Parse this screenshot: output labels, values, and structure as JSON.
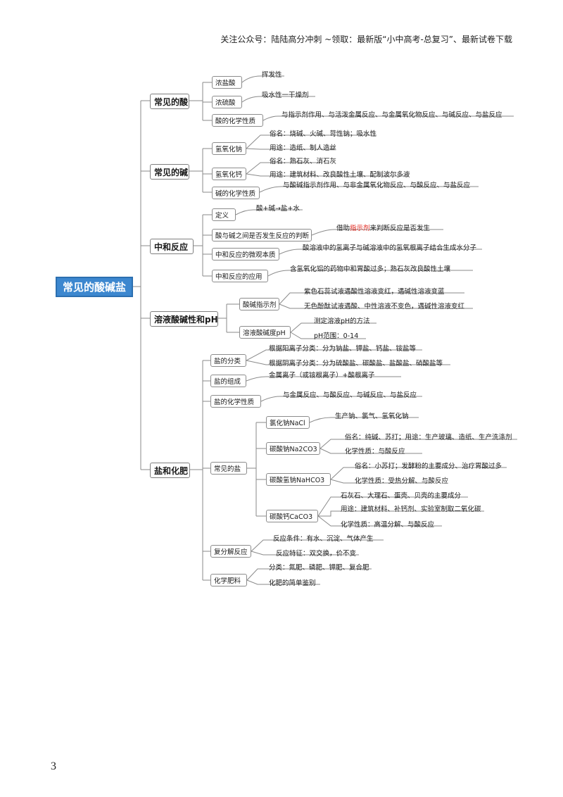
{
  "header": "关注公众号：陆陆高分冲刺   ~领取：最新版“小中高考-总复习”、最新试卷下载",
  "page_number": "3",
  "root": "常见的酸碱盐",
  "acids": {
    "title": "常见的酸",
    "hcl": "浓盐酸",
    "hcl_prop": "挥发性",
    "h2so4": "浓硫酸",
    "h2so4_prop": "吸水性一干燥剂",
    "chem": "酸的化学性质",
    "chem_prop": "与指示剂作用、与活泼金属反应、与金属氧化物反应、与碱反应、与盐反应"
  },
  "bases": {
    "title": "常见的碱",
    "naoh": "氢氧化钠",
    "naoh_name": "俗名：烧碱、火碱、苛性钠；吸水性",
    "naoh_use": "用途：造纸、制人造丝",
    "caoh": "氢氧化钙",
    "caoh_name": "俗名：熟石灰、消石灰",
    "caoh_use": "用途：建筑材料、改良酸性土壤、配制波尔多液",
    "chem": "碱的化学性质",
    "chem_prop": "与酸碱指示剂作用、与非金属氧化物反应、与酸反应、与盐反应"
  },
  "neutral": {
    "title": "中和反应",
    "def": "定义",
    "def_text": "酸+碱→盐+水",
    "judge": "酸与碱之间是否发生反应的判断",
    "judge_pre": "借助",
    "judge_red": "指示剂",
    "judge_post": "来判断反应是否发生",
    "micro": "中和反应的微观本质",
    "micro_text": "酸溶液中的氢离子与碱溶液中的氢氧根离子结合生成水分子",
    "app": "中和反应的应用",
    "app_text": "含氢氧化铝的药物中和胃酸过多；熟石灰改良酸性土壤"
  },
  "ph": {
    "title": "溶液酸碱性和pH",
    "indicator": "酸碱指示剂",
    "ind1": "紫色石蕊试液遇酸性溶液变红，遇碱性溶液变蓝",
    "ind2": "无色酚酞试液遇酸、中性溶液不变色，遇碱性溶液变红",
    "phnode": "溶液酸碱度pH",
    "ph1": "测定溶液pH的方法",
    "ph2": "pH范围：0-14"
  },
  "salts": {
    "title": "盐和化肥",
    "cls": "盐的分类",
    "cls1": "根据阳离子分类：分为钠盐、钾盐、钙盐、铵盐等",
    "cls2": "根据阴离子分类：分为硫酸盐、碳酸盐、盐酸盐、硝酸盐等",
    "comp": "盐的组成",
    "comp_text": "金属离子（或铵根离子）+酸根离子",
    "chem": "盐的化学性质",
    "chem_text": "与金属反应、与酸反应、与碱反应、与盐反应",
    "common": "常见的盐",
    "nacl": "氯化钠NaCl",
    "nacl_text": "生产钠、氯气、氢氧化钠",
    "na2co3": "碳酸钠Na2CO3",
    "na2co3_1": "俗名：纯碱、苏打；用途：生产玻璃、造纸、生产洗涤剂",
    "na2co3_2": "化学性质：与酸反应",
    "nahco3": "碳酸氢钠NaHCO3",
    "nahco3_1": "俗名：小苏打；发酵粉的主要成分、治疗胃酸过多",
    "nahco3_2": "化学性质：受热分解、与酸反应",
    "caco3": "碳酸钙CaCO3",
    "caco3_1": "石灰石、大理石、蛋壳、贝壳的主要成分",
    "caco3_2": "用途：建筑材料、补钙剂、实验室制取二氧化碳",
    "caco3_3": "化学性质：高温分解、与酸反应",
    "decomp": "复分解反应",
    "decomp1": "反应条件：有水、沉淀、气体产生",
    "decomp2": "反应特征：双交换，价不变",
    "fert": "化学肥料",
    "fert1": "分类：氮肥、磷肥、钾肥、复合肥",
    "fert2": "化肥的简单鉴别"
  }
}
